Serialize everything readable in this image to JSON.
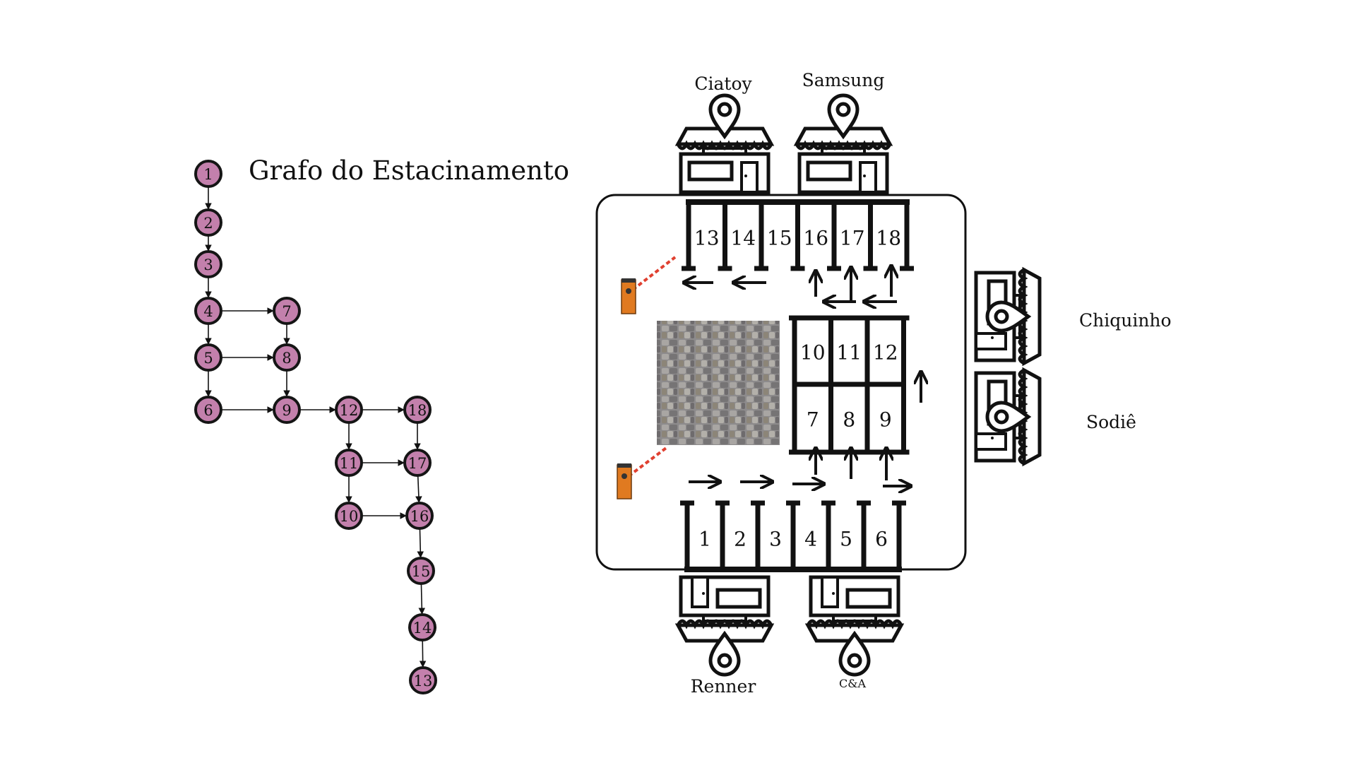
{
  "title": "Grafo do Estacinamento",
  "graph": {
    "nodes": [
      "1",
      "2",
      "3",
      "4",
      "5",
      "6",
      "7",
      "8",
      "9",
      "10",
      "11",
      "12",
      "13",
      "14",
      "15",
      "16",
      "17",
      "18"
    ],
    "edges": [
      [
        "1",
        "2"
      ],
      [
        "2",
        "3"
      ],
      [
        "3",
        "4"
      ],
      [
        "4",
        "5"
      ],
      [
        "5",
        "6"
      ],
      [
        "4",
        "7"
      ],
      [
        "5",
        "8"
      ],
      [
        "6",
        "9"
      ],
      [
        "7",
        "8"
      ],
      [
        "8",
        "9"
      ],
      [
        "9",
        "12"
      ],
      [
        "12",
        "18"
      ],
      [
        "12",
        "11"
      ],
      [
        "11",
        "17"
      ],
      [
        "11",
        "10"
      ],
      [
        "10",
        "16"
      ],
      [
        "18",
        "17"
      ],
      [
        "17",
        "16"
      ],
      [
        "16",
        "15"
      ],
      [
        "15",
        "14"
      ],
      [
        "14",
        "13"
      ]
    ]
  },
  "parking": {
    "top_slots": [
      "13",
      "14",
      "15",
      "16",
      "17",
      "18"
    ],
    "middle_top_slots": [
      "10",
      "11",
      "12"
    ],
    "middle_bottom_slots": [
      "7",
      "8",
      "9"
    ],
    "bottom_slots": [
      "1",
      "2",
      "3",
      "4",
      "5",
      "6"
    ]
  },
  "stores": {
    "top_left": "Ciatoy",
    "top_right": "Samsung",
    "right_top": "Chiquinho",
    "right_bottom": "Sodiê",
    "bottom_left": "Renner",
    "bottom_right": "C&A"
  },
  "icons": {
    "store": "store-icon",
    "pin": "map-pin-icon",
    "barrier": "parking-barrier-icon",
    "pavement": "cobblestone-pavement",
    "arrow": "direction-arrow"
  },
  "colors": {
    "node_fill": "#c380ac",
    "stroke": "#151515",
    "barrier": "#e07a20"
  }
}
